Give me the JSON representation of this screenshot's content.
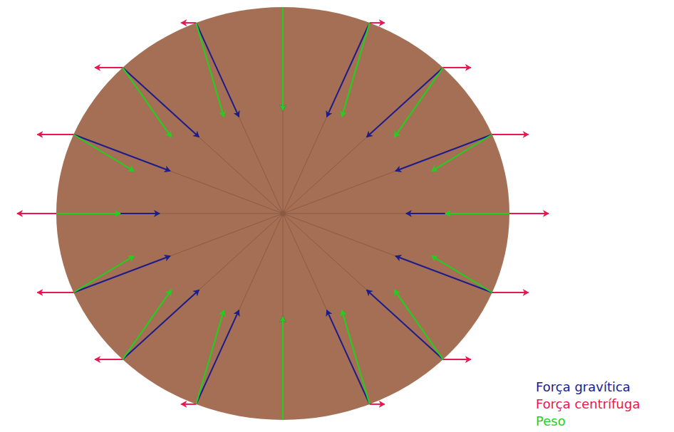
{
  "diagram": {
    "legend": [
      {
        "text": "Força gravítica",
        "color": "#1c1c8a"
      },
      {
        "text": "Força centrífuga",
        "color": "#e8174f"
      },
      {
        "text": "Peso",
        "color": "#1fd01f"
      }
    ]
  }
}
